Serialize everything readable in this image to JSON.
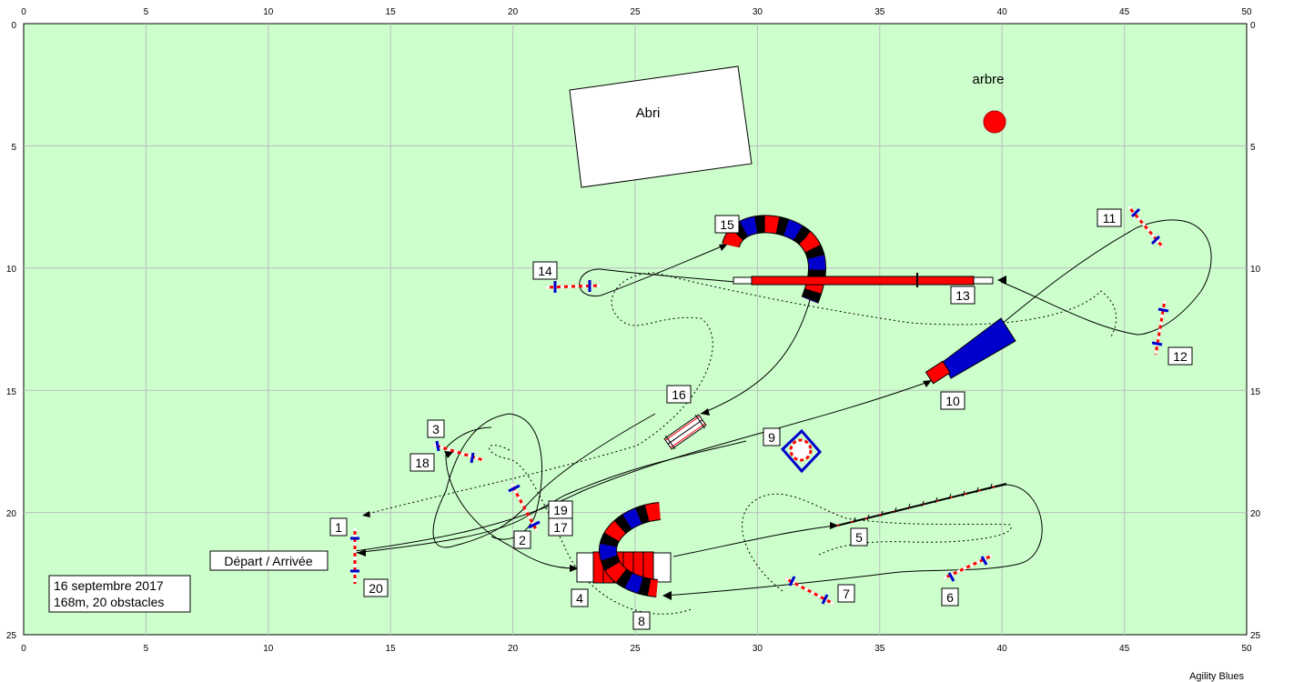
{
  "course": {
    "x_ticks": [
      "0",
      "5",
      "10",
      "15",
      "20",
      "25",
      "30",
      "35",
      "40",
      "45",
      "50"
    ],
    "y_ticks": [
      "0",
      "5",
      "10",
      "15",
      "20",
      "25"
    ],
    "shelter_label": "Abri",
    "tree_label": "arbre",
    "start_finish_label": "Départ / Arrivée",
    "info_line1": "16 septembre 2017",
    "info_line2": "168m, 20 obstacles",
    "credit": "Agility Blues",
    "obstacle_numbers": [
      "1",
      "2",
      "3",
      "4",
      "5",
      "6",
      "7",
      "8",
      "9",
      "10",
      "11",
      "12",
      "13",
      "14",
      "15",
      "16",
      "17",
      "18",
      "19",
      "20"
    ]
  },
  "colors": {
    "field": "#ccffcc",
    "grid": "#c0c0c0",
    "red": "#ff0000",
    "blue": "#0000cc",
    "white": "#ffffff"
  }
}
